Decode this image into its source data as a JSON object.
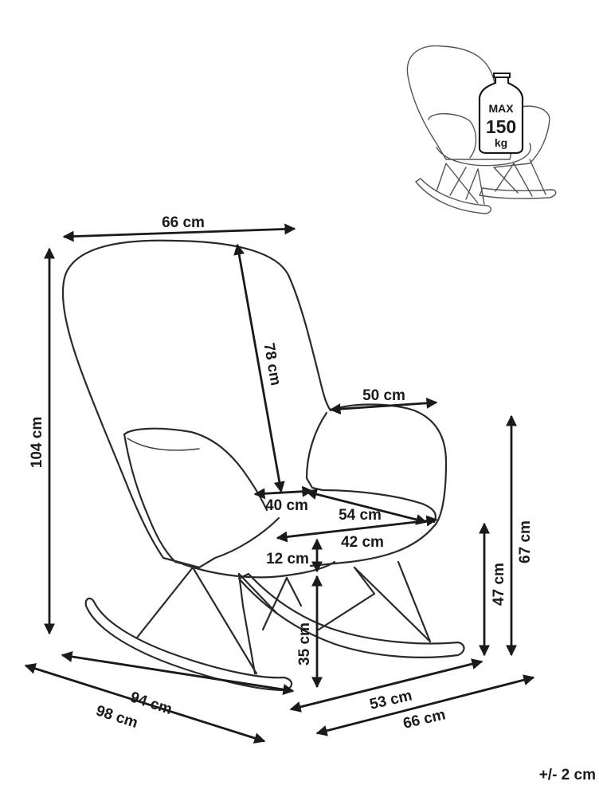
{
  "thumbnail": {
    "badge_top": "MAX",
    "badge_value": "150",
    "badge_unit": "kg"
  },
  "dimensions": {
    "overall_width": "66 cm",
    "overall_height": "104 cm",
    "backrest_height": "78 cm",
    "armrest_width": "50 cm",
    "seat_width": "40 cm",
    "seat_diagonal": "54 cm",
    "seat_depth": "42 cm",
    "seat_thickness": "12 cm",
    "seat_height": "35 cm",
    "armrest_height": "47 cm",
    "arm_top_height": "67 cm",
    "rocker_inner_length": "94 cm",
    "rocker_outer_length": "98 cm",
    "base_width": "53 cm",
    "overall_depth": "66 cm"
  },
  "tolerance": "+/- 2 cm"
}
